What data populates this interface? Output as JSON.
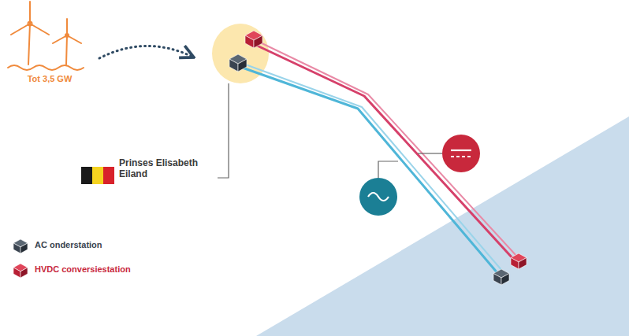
{
  "diagram": {
    "labels": [
      "Tot 3,5 GW",
      "Prinses Elisabeth Eiland"
    ],
    "legend": [
      {
        "text": "AC onderstation"
      },
      {
        "text": "HVDC conversiestation"
      }
    ]
  }
}
